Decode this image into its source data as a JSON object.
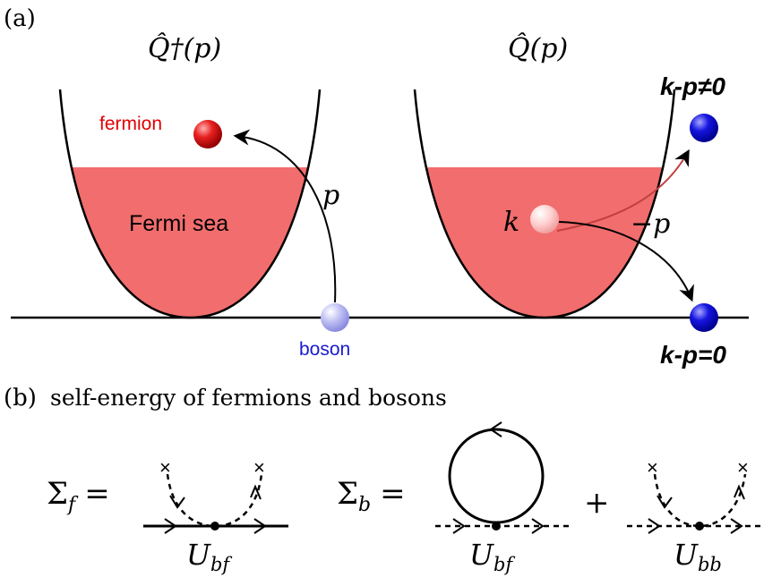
{
  "panel_a": {
    "label": "(a)",
    "left_title": "Q̂†(p)",
    "right_title": "Q̂(p)",
    "fermion_label": "fermion",
    "fermi_sea_label": "Fermi sea",
    "boson_label": "boson",
    "momentum_p": "p",
    "momentum_k": "k",
    "momentum_minus_p": "−p",
    "k_minus_p_nonzero": "k-p≠0",
    "k_minus_p_zero": "k-p=0"
  },
  "panel_b": {
    "label": "(b)",
    "title": "self-energy of fermions and bosons",
    "sigma_f": "Σf =",
    "sigma_b": "Σb =",
    "plus": "+",
    "vertex_ubf_1": "Ubf",
    "vertex_ubf_2": "Ubf",
    "vertex_ubb": "Ubb"
  },
  "colors": {
    "fermi_sea": "#f26d6d",
    "fermion": "#e01010",
    "boson_light": "#b8b8f0",
    "boson_dark": "#1010d8",
    "label_red": "#e00000",
    "label_blue": "#1a1ad0"
  }
}
